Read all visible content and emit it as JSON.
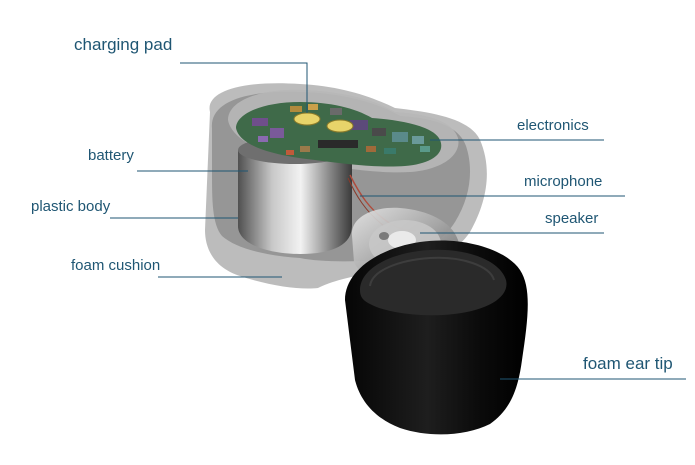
{
  "colors": {
    "label_text": "#1f5673",
    "leader_line": "#1f5673",
    "background": "#ffffff"
  },
  "labels": {
    "charging_pad": "charging pad",
    "electronics": "electronics",
    "battery": "battery",
    "microphone": "microphone",
    "plastic_body": "plastic body",
    "speaker": "speaker",
    "foam_cushion": "foam cushion",
    "foam_ear_tip": "foam ear tip"
  }
}
